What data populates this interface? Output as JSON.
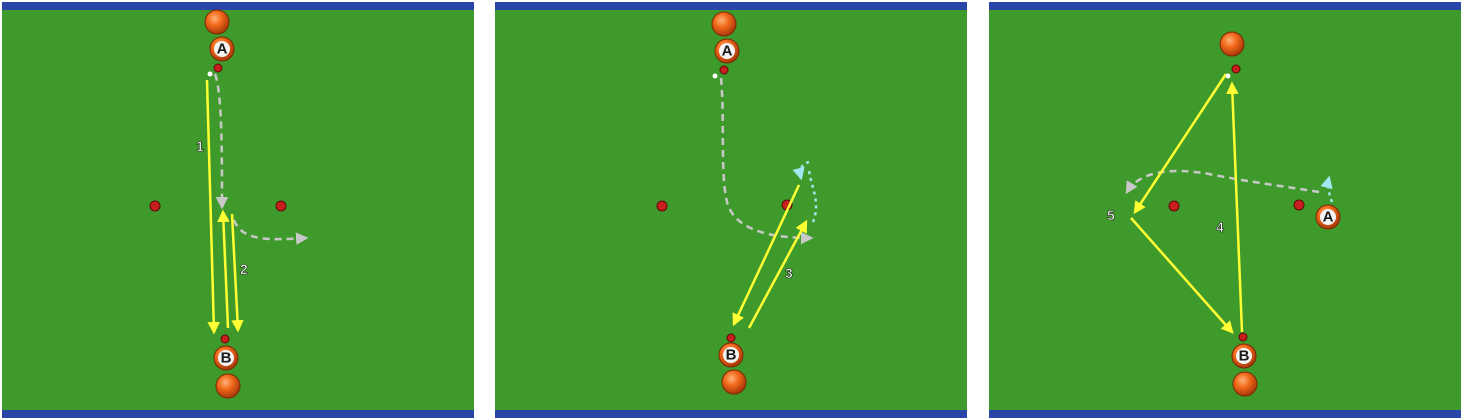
{
  "colors": {
    "pitch": "#3f9a2c",
    "pitch_dark": "#2f7f20",
    "end_band": "#2a45a8",
    "pass_line": "#ffff33",
    "run_line": "#c8c8c8",
    "dribble_line": "#9fe8f0",
    "cone": "#c81e1e",
    "player_ball": "#f26a1b"
  },
  "panels": [
    {
      "players": [
        {
          "label": "A"
        },
        {
          "label": "B"
        }
      ],
      "step_labels": [
        "1",
        "2"
      ]
    },
    {
      "players": [
        {
          "label": "A"
        },
        {
          "label": "B"
        }
      ],
      "step_labels": [
        "3"
      ]
    },
    {
      "players": [
        {
          "label": "A"
        },
        {
          "label": "B"
        }
      ],
      "step_labels": [
        "4",
        "5"
      ]
    }
  ]
}
